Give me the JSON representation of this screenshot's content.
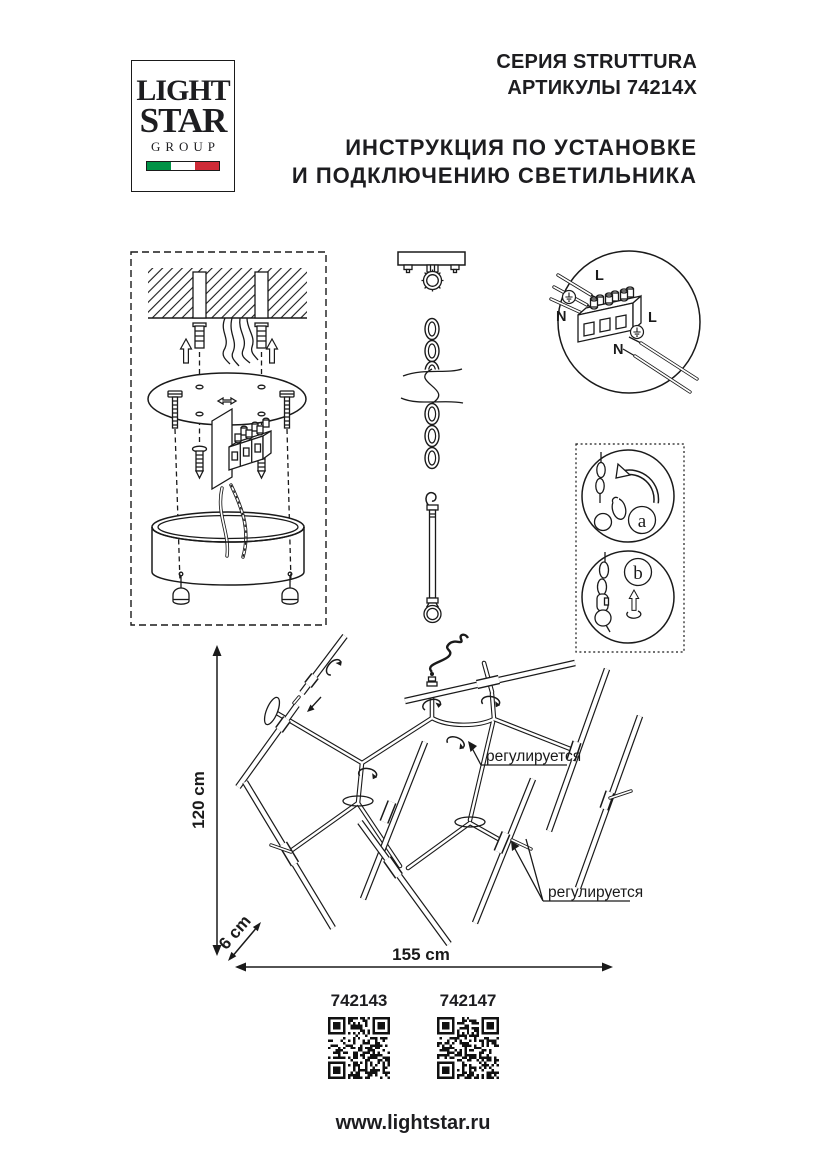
{
  "logo": {
    "line1": "LIGHT",
    "line2": "STAR",
    "line3": "GROUP",
    "flag": {
      "green": "#009246",
      "white": "#ffffff",
      "red": "#ce2b37"
    }
  },
  "header": {
    "series": "СЕРИЯ STRUTTURA",
    "articles": "АРТИКУЛЫ 74214X",
    "title_line1": "ИНСТРУКЦИЯ ПО УСТАНОВКЕ",
    "title_line2": "И ПОДКЛЮЧЕНИЮ СВЕТИЛЬНИКА"
  },
  "wiring_detail": {
    "line": "L",
    "neutral": "N",
    "earth_icon": "earth-symbol"
  },
  "steps": {
    "a_label": "a",
    "b_label": "b"
  },
  "chandelier": {
    "adjustable_top": "регулируется",
    "adjustable_bottom": "регулируется"
  },
  "dimensions": {
    "height": "120 cm",
    "depth": "6 cm",
    "width": "155 cm"
  },
  "articles": [
    {
      "code": "742143"
    },
    {
      "code": "742147"
    }
  ],
  "footer": {
    "website": "www.lightstar.ru"
  },
  "colors": {
    "ink": "#1a1a1a",
    "flag_green": "#009246",
    "flag_red": "#ce2b37"
  }
}
